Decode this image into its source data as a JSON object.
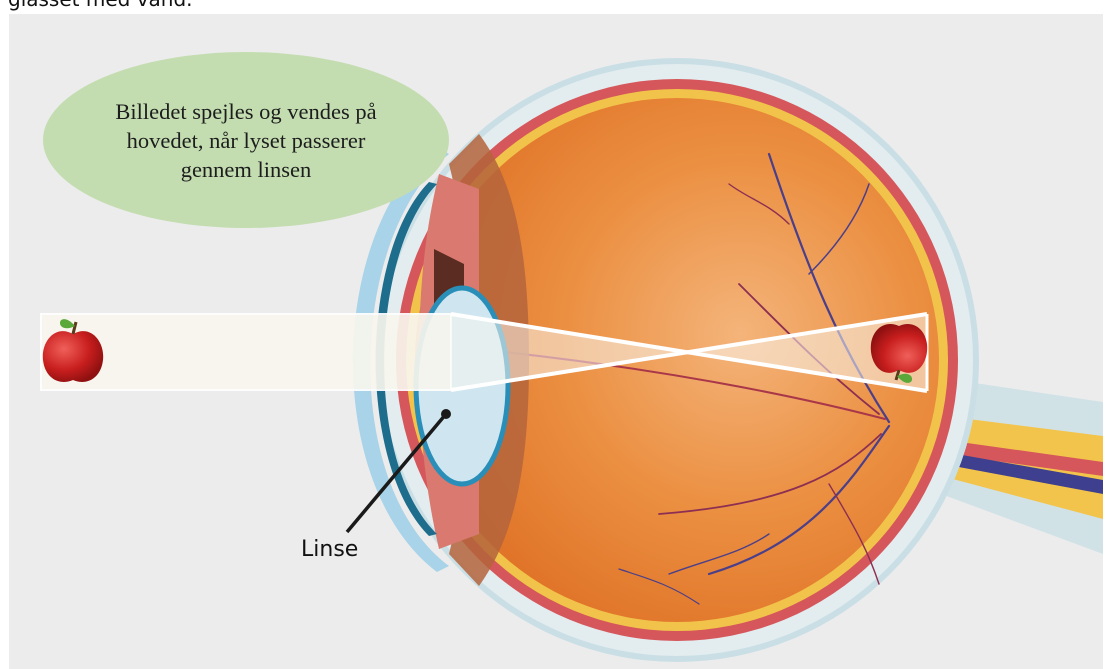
{
  "header": {
    "caption": "glasset med vand."
  },
  "diagram": {
    "callout": "Billedet spejles og vendes på hovedet, når lyset passerer gennem linsen",
    "lens_label": "Linse",
    "object_icon": "apple-icon",
    "image_icon": "inverted-apple-icon",
    "colors": {
      "background": "#ececec",
      "callout_fill": "#c3ddb0",
      "sclera_outer": "#c9dfe5",
      "choroid": "#d5575b",
      "retina": "#f2c34a",
      "vitreous": "#e88a3c",
      "light_beam": "#f8f6ee",
      "apple": "#c81e1e"
    }
  }
}
